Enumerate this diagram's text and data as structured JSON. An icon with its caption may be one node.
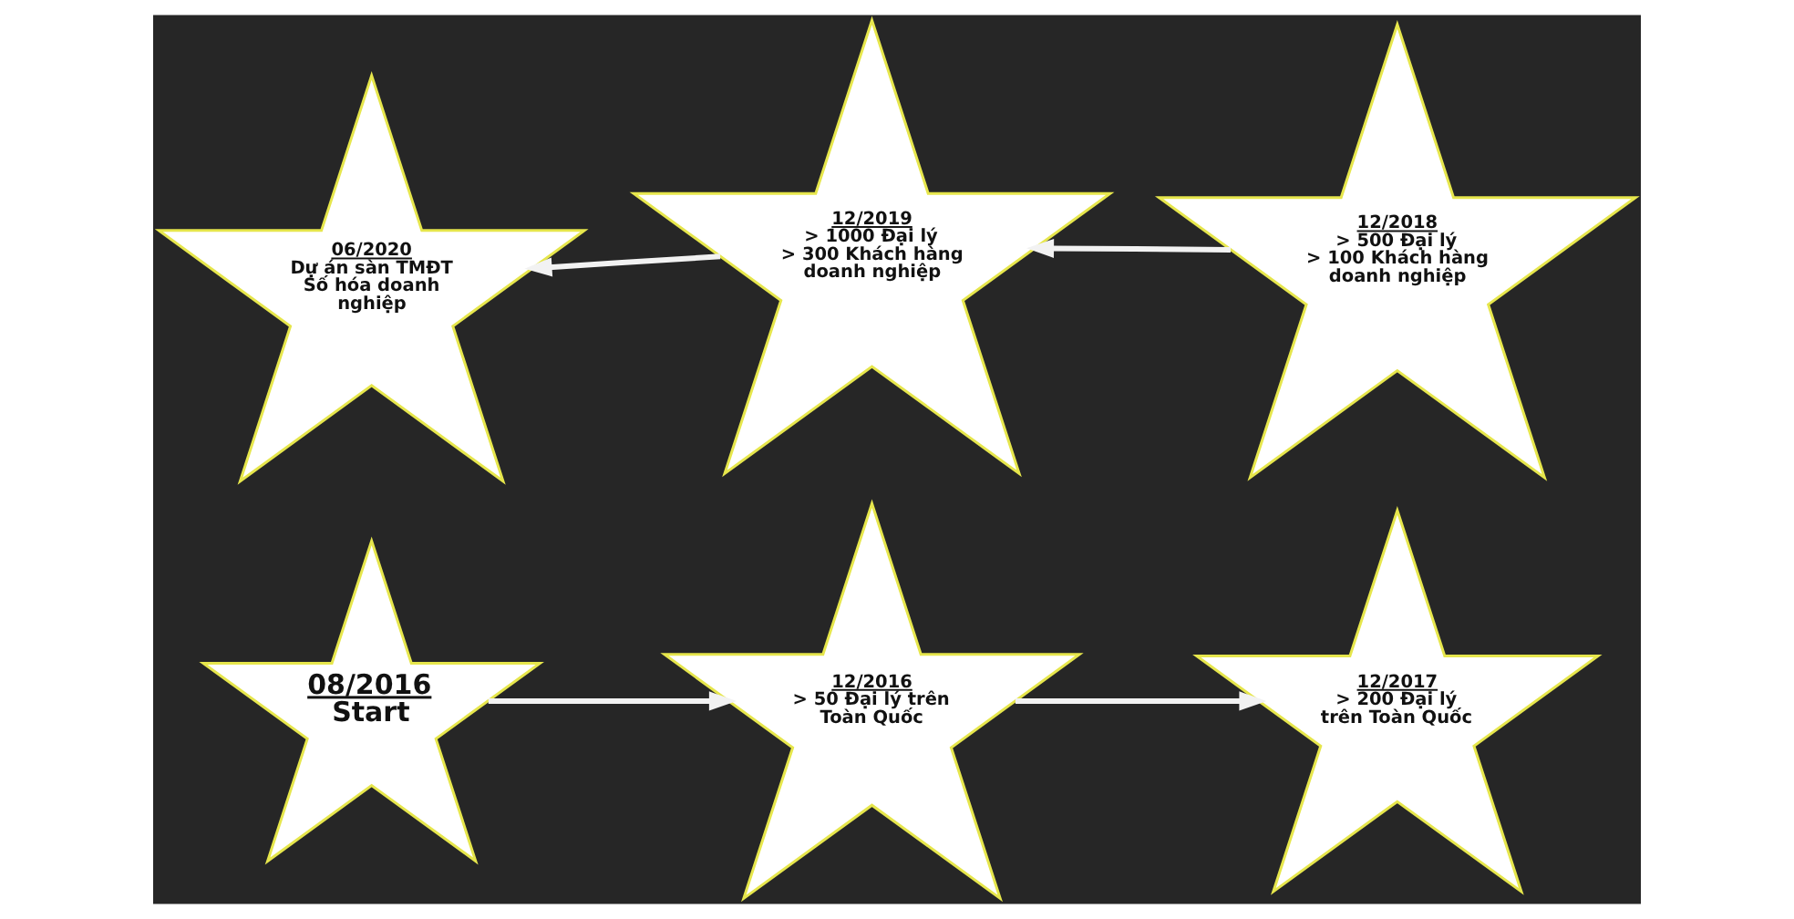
{
  "diagram": {
    "nodes": [
      {
        "text": [
          "06/2020",
          "Dự án sàn TMĐT",
          "Số hóa doanh nghiệp"
        ]
      },
      {
        "text": [
          "12/2019",
          "> 1000 Đại lý",
          "> 300 Khách hàng doanh nghiệp"
        ]
      },
      {
        "text": [
          "12/2018",
          "> 500 Đại lý",
          "> 100 Khách hàng doanh nghiệp"
        ]
      },
      {
        "text": [
          "08/2016",
          "Start"
        ]
      },
      {
        "text": [
          "12/2016",
          "> 50 Đại lý trên Toàn Quốc"
        ]
      },
      {
        "text": [
          "12/2017",
          "> 200 Đại lý trên Toàn Quốc"
        ]
      }
    ],
    "edges": [
      {
        "from": 3,
        "to": 4,
        "arrow": "to"
      },
      {
        "from": 4,
        "to": 5,
        "arrow": "to"
      },
      {
        "from": 2,
        "to": 1,
        "arrow": "to"
      },
      {
        "from": 1,
        "to": 0,
        "arrow": "to"
      }
    ]
  }
}
